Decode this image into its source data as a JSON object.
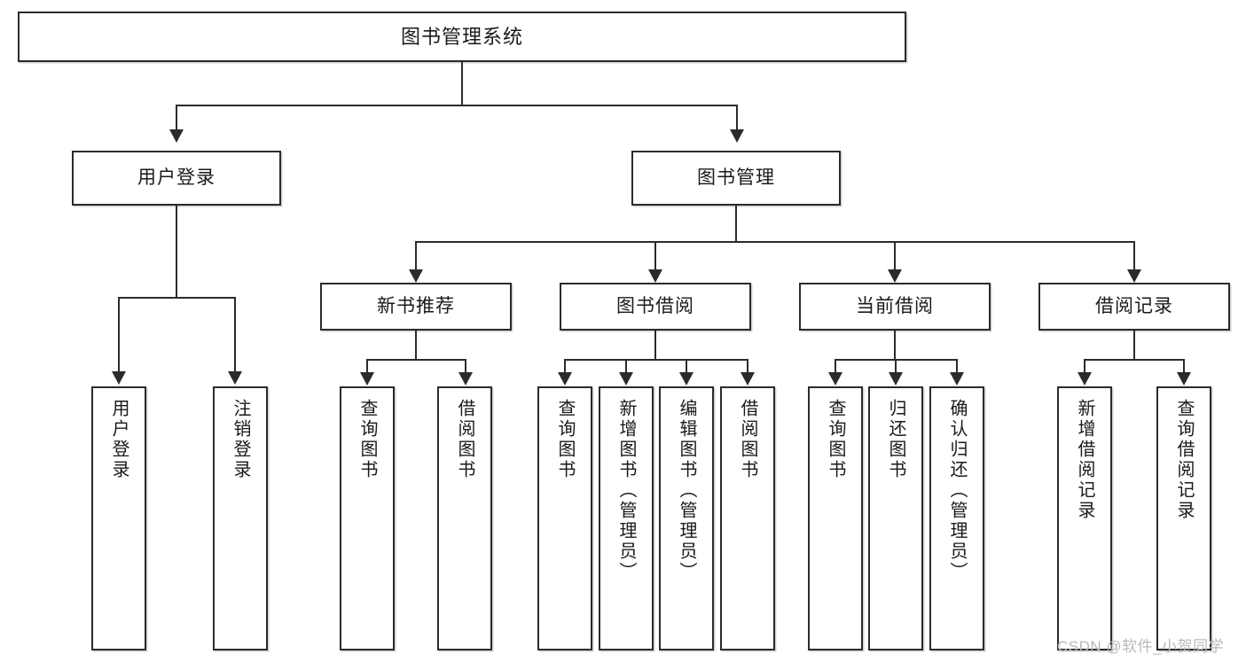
{
  "diagram": {
    "title": "图书管理系统",
    "type": "tree-hierarchy-chart",
    "root": {
      "label": "图书管理系统"
    },
    "level1": [
      {
        "label": "用户登录"
      },
      {
        "label": "图书管理"
      }
    ],
    "level2": [
      {
        "label": "新书推荐"
      },
      {
        "label": "图书借阅"
      },
      {
        "label": "当前借阅"
      },
      {
        "label": "借阅记录"
      }
    ],
    "leaves": {
      "user_login": [
        {
          "label": "用户登录"
        },
        {
          "label": "注销登录"
        }
      ],
      "new_book_recommend": [
        {
          "label": "查询图书"
        },
        {
          "label": "借阅图书"
        }
      ],
      "book_borrow": [
        {
          "label": "查询图书"
        },
        {
          "label": "新增图书（管理员）"
        },
        {
          "label": "编辑图书（管理员）"
        },
        {
          "label": "借阅图书"
        }
      ],
      "current_borrow": [
        {
          "label": "查询图书"
        },
        {
          "label": "归还图书"
        },
        {
          "label": "确认归还（管理员）"
        }
      ],
      "borrow_record": [
        {
          "label": "新增借阅记录"
        },
        {
          "label": "查询借阅记录"
        }
      ]
    }
  },
  "watermark": {
    "text": "CSDN @软件_小贺同学"
  },
  "colors": {
    "stroke": "#2b2b2b",
    "fill": "#ffffff",
    "text": "#1a1a1a",
    "watermark": "#b9b9b9"
  }
}
